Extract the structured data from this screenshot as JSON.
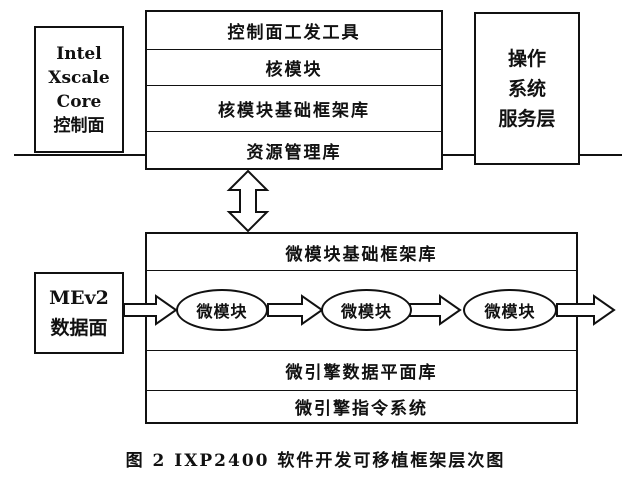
{
  "left_top_box": {
    "lines": [
      "Intel",
      "Xscale",
      "Core",
      "控制面"
    ]
  },
  "right_top_box": {
    "lines": [
      "操作",
      "系统",
      "服务层"
    ]
  },
  "top_stack": [
    "控制面工发工具",
    "核模块",
    "核模块基础框架库",
    "资源管理库"
  ],
  "left_bottom_box": {
    "lines": [
      "MEv2",
      "数据面"
    ]
  },
  "bottom_stack": {
    "header": "微模块基础框架库",
    "modules": [
      "微模块",
      "微模块",
      "微模块"
    ],
    "rows": [
      "微引擎数据平面库",
      "微引擎指令系统"
    ]
  },
  "caption": "图 2   IXP2400 软件开发可移植框架层次图"
}
